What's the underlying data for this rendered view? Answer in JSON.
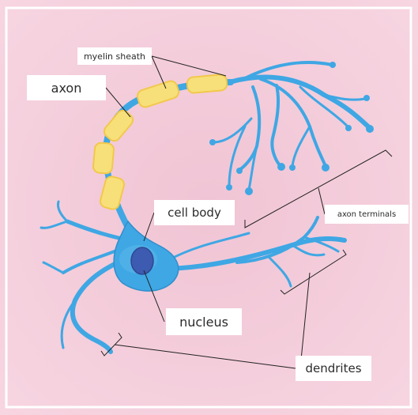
{
  "labels": {
    "myelin_sheath": "myelin sheath",
    "axon": "axon",
    "cell_body": "cell body",
    "axon_terminals": "axon terminals",
    "nucleus": "nucleus",
    "dendrites": "dendrites"
  },
  "colors": {
    "background": "#f4cbd8",
    "frame": "#ffffff",
    "neuron": "#3fa7e4",
    "neuron_light": "#6cc3f2",
    "myelin": "#f7e07a",
    "myelin_edge": "#f2c84b",
    "nucleus": "#3d5bb0",
    "leader": "#222222"
  }
}
